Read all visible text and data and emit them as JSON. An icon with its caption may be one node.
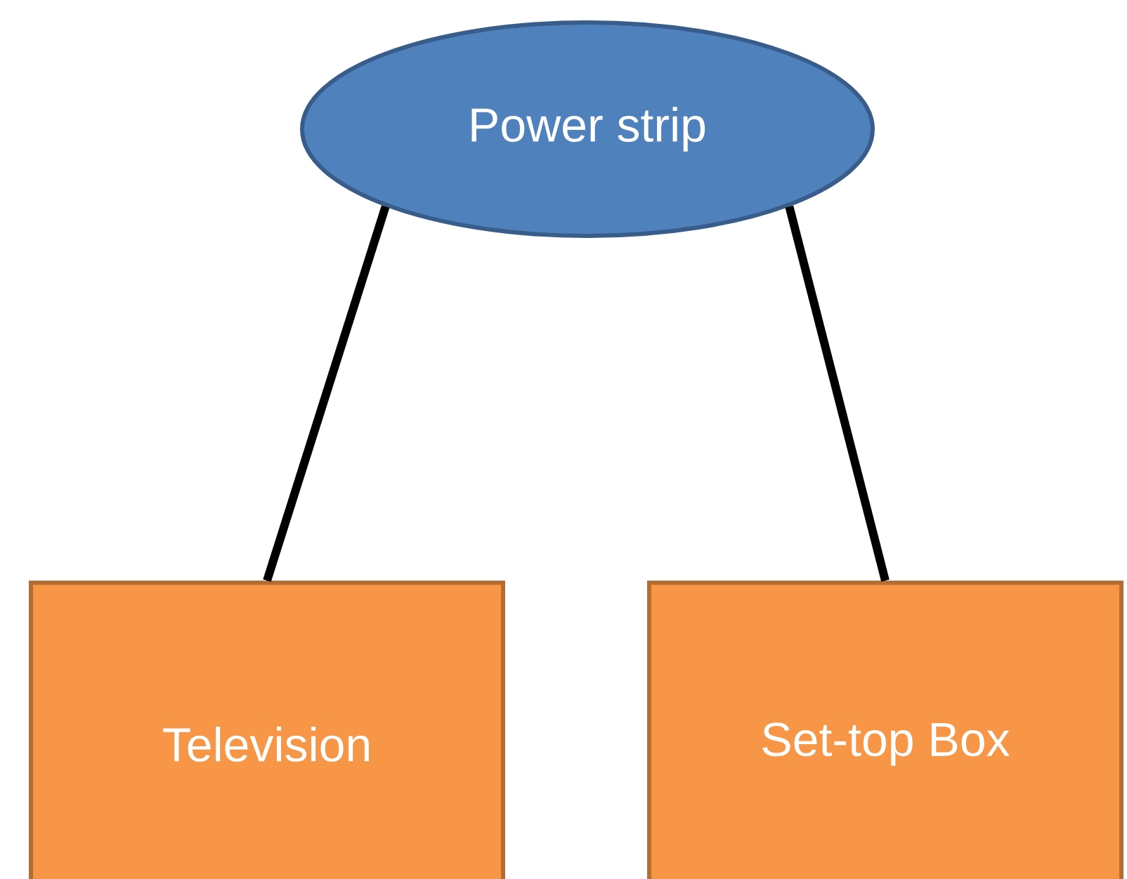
{
  "diagram": {
    "nodes": [
      {
        "text": [
          "Power strip"
        ]
      },
      {
        "text": [
          "Television"
        ]
      },
      {
        "text": [
          "Set-top Box"
        ]
      }
    ],
    "edges": [
      {
        "from": 0,
        "to": 1,
        "arrow": "none"
      },
      {
        "from": 0,
        "to": 2,
        "arrow": "none"
      }
    ]
  }
}
